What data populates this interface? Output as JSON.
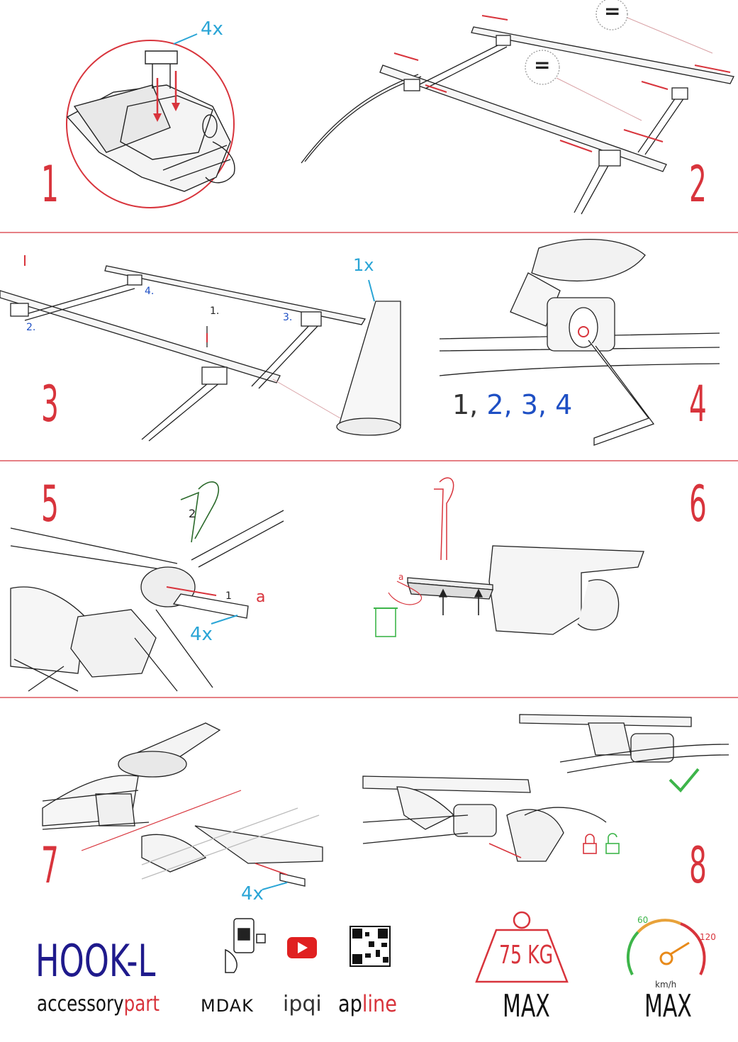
{
  "steps": {
    "s1": "1",
    "s2": "2",
    "s3": "3",
    "s4": "4",
    "s5": "5",
    "s6": "6",
    "s7": "7",
    "s8": "8"
  },
  "labels": {
    "qty_4x_a": "4x",
    "qty_4x_b": "4x",
    "qty_4x_c": "4x",
    "qty_1x": "1x",
    "equal_1": "=",
    "equal_2": "=",
    "order_1": "1.",
    "order_2": "2.",
    "order_3": "3.",
    "order_4": "4.",
    "seq_1": "1,",
    "seq_2": "2,",
    "seq_3": "3,",
    "seq_4": "4",
    "cut_2": "2",
    "cut_1": "1",
    "cut_a": "a",
    "cut_a6": "a"
  },
  "footer": {
    "product": "HOOK-L",
    "brand_black": "accessory",
    "brand_red": "part",
    "mdak": "MDAK",
    "ipqi": "ipqi",
    "apline_black": "ap",
    "apline_red": "line",
    "weight": "75 KG",
    "max1": "MAX",
    "max2": "MAX",
    "speed_60": "60",
    "speed_120": "120",
    "speed_unit": "km/h"
  },
  "colors": {
    "accent_red": "#d8343c",
    "navy": "#1f1a8c",
    "blue": "#1e4fc4",
    "green": "#3db54a",
    "cyan": "#2aa5d6"
  }
}
